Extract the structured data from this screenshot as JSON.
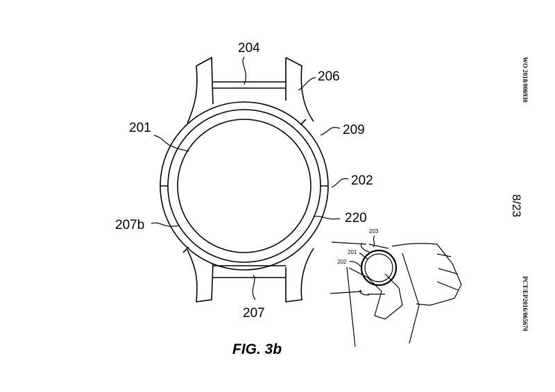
{
  "figure": {
    "caption": "FIG. 3b",
    "labels": {
      "l204": "204",
      "l206": "206",
      "l201": "201",
      "l209": "209",
      "l202": "202",
      "l220": "220",
      "l207b": "207b",
      "l207": "207"
    },
    "inset_labels": {
      "l203": "203",
      "l201": "201",
      "l202": "202"
    }
  },
  "margin": {
    "publication_number": "WO 2018/006930",
    "sheet": "8/23",
    "application_number": "PCT/EP2016/065670"
  }
}
